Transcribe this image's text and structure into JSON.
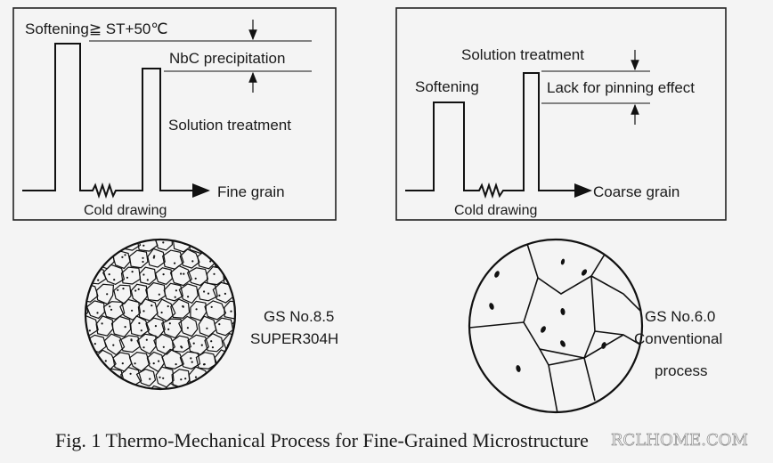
{
  "left_panel": {
    "softening_label": "Softening≧ ST+50℃",
    "precipitation_label": "NbC precipitation",
    "solution_label": "Solution treatment",
    "drawing_label": "Cold drawing",
    "result_label": "Fine grain"
  },
  "right_panel": {
    "solution_label": "Solution treatment",
    "softening_label": "Softening",
    "pinning_label": "Lack for pinning effect",
    "drawing_label": "Cold drawing",
    "result_label": "Coarse grain"
  },
  "left_micro": {
    "gs_label": "GS No.8.5",
    "name_label": "SUPER304H"
  },
  "right_micro": {
    "gs_label": "GS No.6.0",
    "name_label": "Conventional",
    "name_label_2": "process"
  },
  "caption": "Fig. 1  Thermo-Mechanical Process for Fine-Grained Microstructure",
  "watermark": "RCLHOME.COM"
}
